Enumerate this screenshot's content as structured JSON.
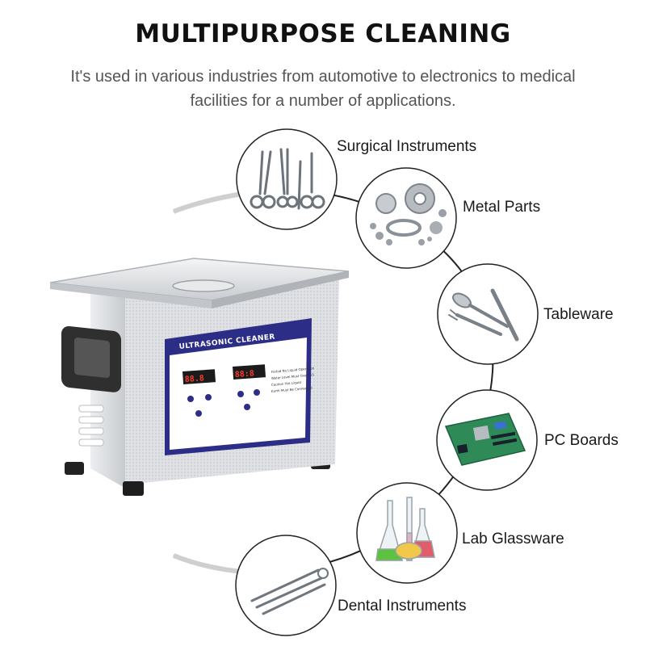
{
  "heading": {
    "title": "MULTIPURPOSE CLEANING",
    "subtitle": "It's used in various industries from automotive to electronics to medical facilities for a number of applications."
  },
  "device": {
    "panel_title": "ULTRASONIC CLEANER",
    "display_left": "88.8",
    "display_right": "88:8",
    "warnings": [
      "Forbid No Liquid Operation",
      "Water Level Must Over 2/3",
      "Caution Hot Liquid",
      "Earth Must Be Connected"
    ],
    "colors": {
      "panel": "#2c2d86",
      "steel": "#d9dbde",
      "led": "#ff3b2f"
    }
  },
  "applications": [
    {
      "label": "Surgical Instruments",
      "icon": "surgical-instruments-icon"
    },
    {
      "label": "Metal Parts",
      "icon": "metal-parts-icon"
    },
    {
      "label": "Tableware",
      "icon": "tableware-icon"
    },
    {
      "label": "PC Boards",
      "icon": "pc-board-icon"
    },
    {
      "label": "Lab Glassware",
      "icon": "lab-glassware-icon"
    },
    {
      "label": "Dental Instruments",
      "icon": "dental-instruments-icon"
    }
  ]
}
